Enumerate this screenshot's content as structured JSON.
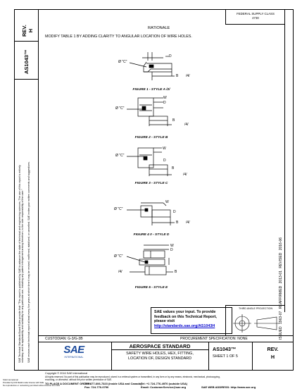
{
  "header": {
    "federal_supply_class": "FEDERAL SUPPLY CLASS",
    "fsc_code": "4730",
    "rev_label": "REV.",
    "rev_value": "H",
    "doc_number": "AS1043™"
  },
  "rationale": {
    "title": "RATIONALE",
    "text": "MODIFY TABLE 1 BY ADDING CLARITY TO ANGULAR LOCATION OF WIRE HOLES."
  },
  "figures": [
    {
      "caption": "FIGURE 1 - STYLE A /2/",
      "labels": [
        "Ø \"C\"",
        "D",
        "B",
        "/4/"
      ]
    },
    {
      "caption": "FIGURE 2 - STYLE B",
      "labels": [
        "W",
        "D",
        "Ø \"C\"",
        "B",
        "/4/"
      ]
    },
    {
      "caption": "FIGURE 3 - STYLE C",
      "labels": [
        "W",
        "Ø \"C\"",
        "D",
        "B",
        "/4/"
      ]
    },
    {
      "caption": "FIGURE 4 0 - STYLE D",
      "labels": [
        "W",
        "Ø \"C\"",
        "D",
        "B",
        "/4/"
      ]
    },
    {
      "caption": "FIGURE 5 - STYLE E",
      "labels": [
        "W",
        "D",
        "Ø \"C\"",
        "/4/",
        "B"
      ]
    }
  ],
  "left_margin_text": {
    "line1": "SAE Technical Standards Board Rules provide that: \"This report is published by SAE to advance the state of technical and engineering sciences. The use of this report is entirely",
    "line2": "voluntary, and its applicability and suitability for any particular use, including any patent infringement arising therefrom, is the sole responsibility of the user.\"",
    "line3": "SAE reviews each technical report at least every five years at which time it may be revised, reaffirmed, stabilized, or cancelled. SAE invites your written comments and suggestions."
  },
  "right_margin_text": "ISSUED 1963-07     REAFFIRMED 2013-01     REVISED 2016-06",
  "feedback": {
    "text": "SAE values your input. To provide feedback on this Technical Report, please visit",
    "link": "http://standards.sae.org/AS1043H"
  },
  "projection": {
    "label": "THIRD ANGLE PROJECTION"
  },
  "title_block": {
    "custodian": "CUSTODIAN: G-3/G-3B",
    "procurement": "PROCUREMENT SPECIFICATION: NONE",
    "logo_text": "SAE",
    "logo_sub": "INTERNATIONAL",
    "standard_type": "AEROSPACE STANDARD",
    "title_line1": "SAFETY WIRE HOLES, HEX, FITTING,",
    "title_line2": "LOCATION OF, DESIGN STANDARD",
    "doc_number": "AS1043™",
    "sheet": "SHEET 1 OF 5",
    "rev_label": "REV.",
    "rev_value": "H"
  },
  "footer": {
    "copyright": "Copyright © 2016 SAE International",
    "rights": "All rights reserved. No part of this publication may be reproduced, stored in a retrieval system or transmitted, in any form or by any means, electronic, mechanical, photocopying,",
    "rights2": "recording, or otherwise, without the prior written permission of SAE.",
    "order": "TO PLACE A DOCUMENT ORDER:",
    "tel": "Tel: 877-606-7323 (inside USA and Canada)",
    "tel2": "Tel: +1 724-776-4970 (outside USA)",
    "fax": "Fax: 724-776-0790",
    "email": "Email: CustomerService@sae.org",
    "web": "SAE WEB ADDRESS: http://www.sae.org",
    "left1": "SAE International",
    "left2": "Provided by IHS Markit under license with SAE",
    "left3": "No reproduction or networking permitted without license from IHS"
  }
}
